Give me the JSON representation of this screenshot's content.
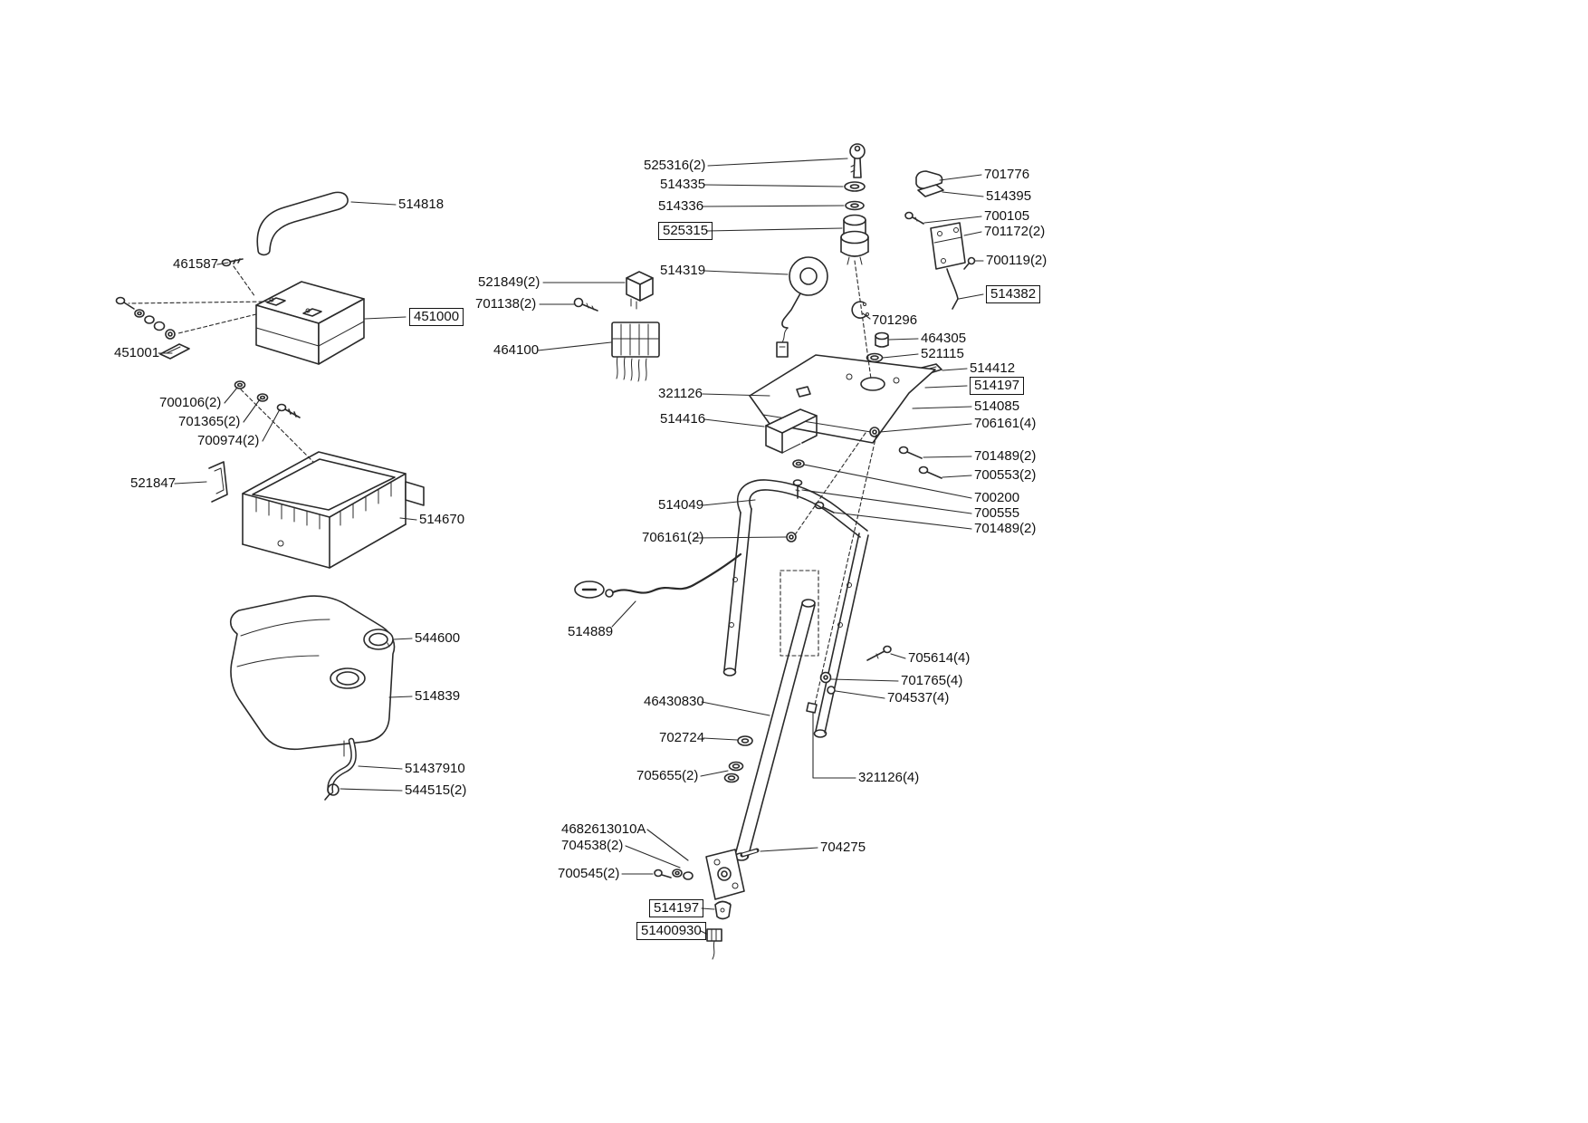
{
  "colors": {
    "line": "#2a2a2a",
    "text": "#111111",
    "background": "#ffffff"
  },
  "labels": [
    "514818",
    "461587",
    "451000",
    "451001",
    "700106(2)",
    "701365(2)",
    "700974(2)",
    "521847",
    "514670",
    "544600",
    "514839",
    "51437910",
    "544515(2)",
    "525316(2)",
    "514335",
    "514336",
    "525315",
    "701776",
    "514395",
    "700105",
    "701172(2)",
    "700119(2)",
    "514382",
    "514319",
    "521849(2)",
    "701138(2)",
    "464100",
    "701296",
    "464305",
    "521115",
    "514412",
    "514197",
    "321126",
    "514085",
    "514416",
    "706161(4)",
    "701489(2)",
    "700553(2)",
    "700200",
    "700555",
    "701489(2)",
    "514049",
    "706161(2)",
    "514889",
    "705614(4)",
    "701765(4)",
    "704537(4)",
    "46430830",
    "702724",
    "705655(2)",
    "321126(4)",
    "4682613010A",
    "704538(2)",
    "700545(2)",
    "704275",
    "514197",
    "51400930"
  ]
}
